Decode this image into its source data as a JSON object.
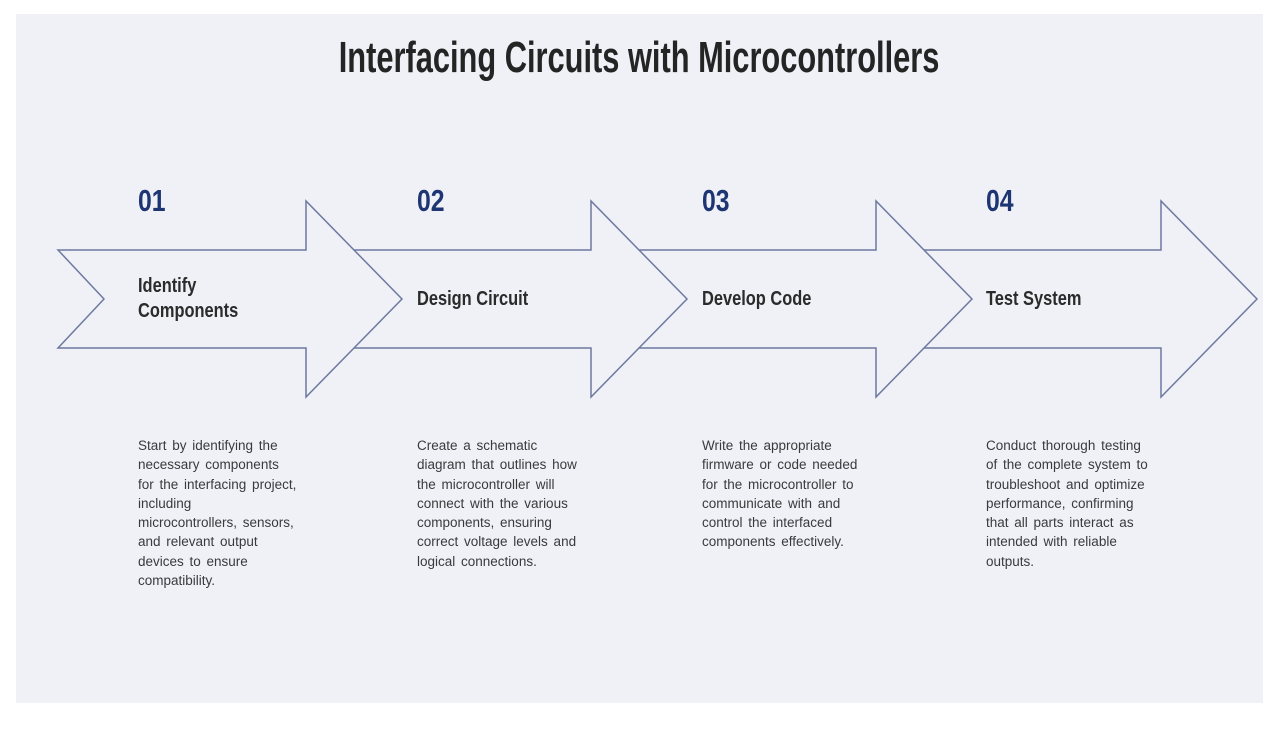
{
  "slide": {
    "title": "Interfacing Circuits with Microcontrollers"
  },
  "colors": {
    "page_background": "#ffffff",
    "panel_background": "#eff1f6",
    "arrow_outline": "#6e79a0",
    "step_number": "#1d3572",
    "step_title": "#2b2b2b",
    "description": "#3a3a3c",
    "title": "#242424"
  },
  "steps": [
    {
      "number": "01",
      "title": "Identify\nComponents",
      "description": "Start by identifying the\nnecessary components\nfor the interfacing project,\nincluding\nmicrocontrollers, sensors,\nand relevant output\ndevices to ensure\ncompatibility."
    },
    {
      "number": "02",
      "title": "Design Circuit",
      "description": "Create a schematic\ndiagram that outlines how\nthe microcontroller will\nconnect with the various\ncomponents, ensuring\ncorrect voltage levels and\nlogical connections."
    },
    {
      "number": "03",
      "title": "Develop Code",
      "description": "Write the appropriate\nfirmware or code needed\nfor the microcontroller to\ncommunicate with and\ncontrol the interfaced\ncomponents effectively."
    },
    {
      "number": "04",
      "title": "Test System",
      "description": "Conduct thorough testing\nof the complete system to\ntroubleshoot and optimize\nperformance, confirming\nthat all parts interact as\nintended with reliable\noutputs."
    }
  ]
}
